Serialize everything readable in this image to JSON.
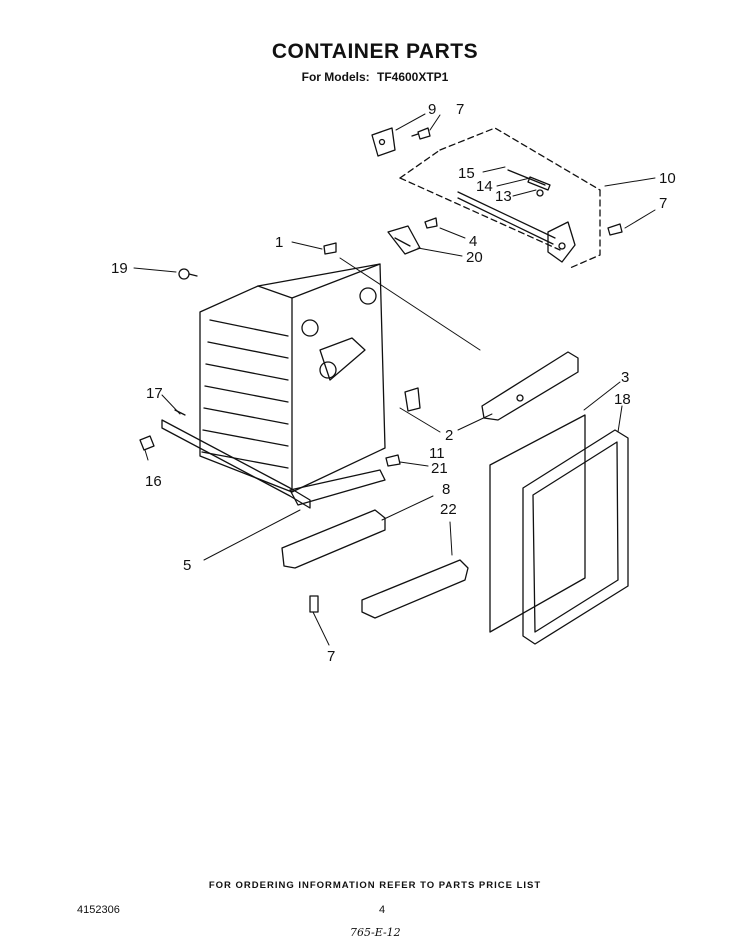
{
  "header": {
    "title": "CONTAINER PARTS",
    "models_label": "For Models:",
    "model": "TF4600XTP1"
  },
  "callouts": [
    "1",
    "2",
    "3",
    "4",
    "5",
    "7",
    "7",
    "7",
    "8",
    "9",
    "10",
    "11",
    "13",
    "14",
    "15",
    "16",
    "17",
    "18",
    "19",
    "20",
    "21",
    "22"
  ],
  "footer": {
    "ordering_note": "FOR ORDERING INFORMATION REFER TO PARTS PRICE LIST",
    "document_number": "4152306",
    "page_number": "4",
    "handwritten_note": "765-E-12"
  }
}
